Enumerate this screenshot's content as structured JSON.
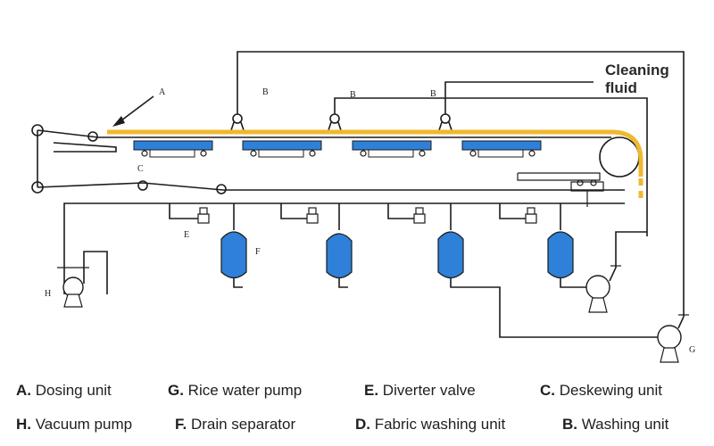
{
  "labels": {
    "cleaning_fluid_line1": "Cleaning",
    "cleaning_fluid_line2": "fluid",
    "a": "A",
    "b": "B",
    "c": "C",
    "e": "E",
    "f": "F",
    "g": "G",
    "h": "H"
  },
  "legend": [
    {
      "key": "A.",
      "text": " Dosing unit"
    },
    {
      "key": "G.",
      "text": " Rice water pump"
    },
    {
      "key": "E.",
      "text": " Diverter valve"
    },
    {
      "key": "C.",
      "text": " Deskewing unit"
    },
    {
      "key": "H.",
      "text": " Vacuum pump"
    },
    {
      "key": "F.",
      "text": " Drain separator"
    },
    {
      "key": "D.",
      "text": " Fabric washing unit"
    },
    {
      "key": "B.",
      "text": " Washing unit"
    }
  ],
  "colors": {
    "fluid_line": "#f0b830",
    "unit_blue": "#2f80d8",
    "line": "#1c1c1c"
  }
}
